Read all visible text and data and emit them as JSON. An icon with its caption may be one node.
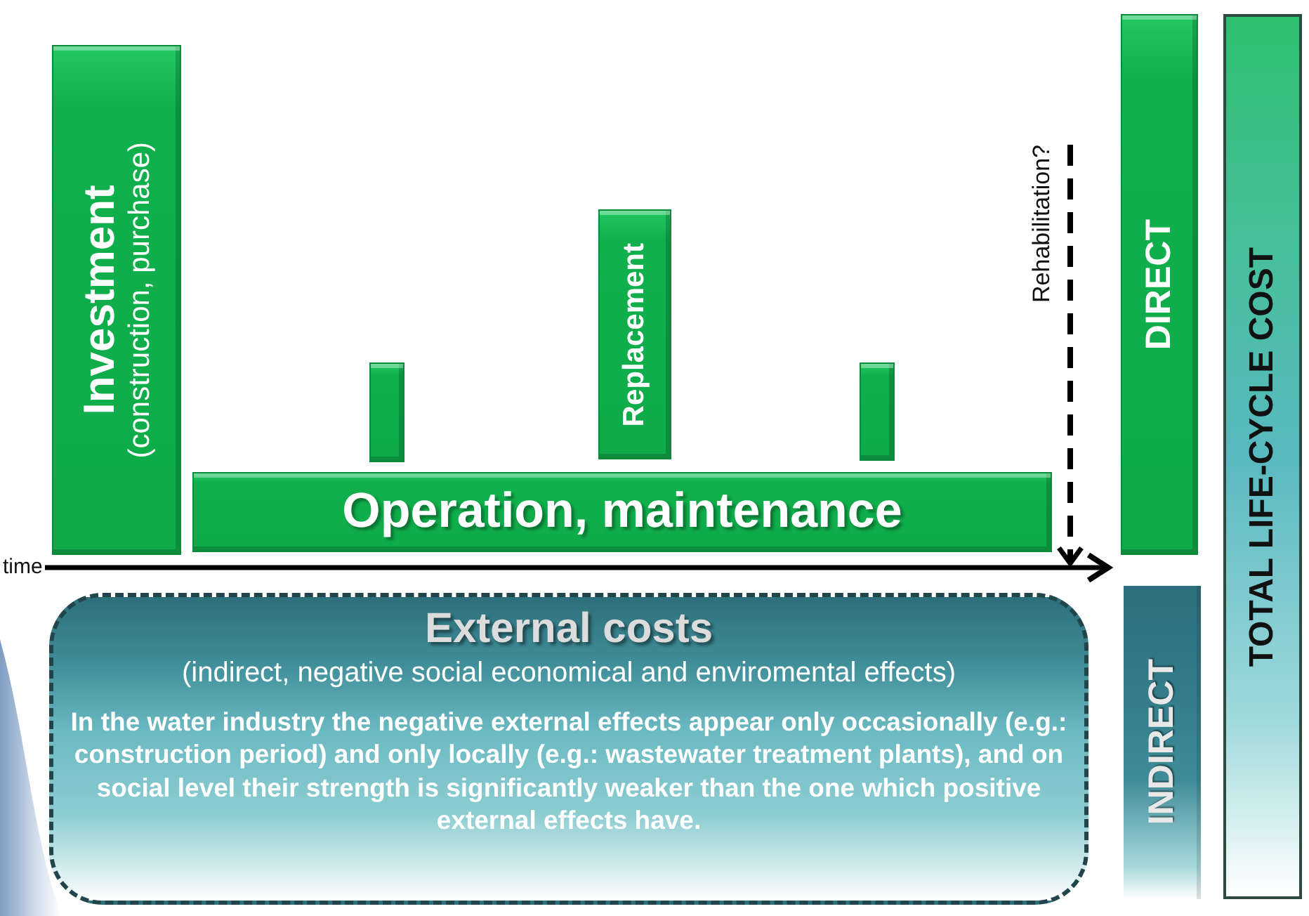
{
  "diagram": {
    "nodes": [
      {
        "text": [
          "Investment",
          "(construction, purchase)"
        ]
      },
      {
        "text": [],
        "shape": "bar"
      },
      {
        "text": [
          "Replacement"
        ]
      },
      {
        "text": [],
        "shape": "bar"
      },
      {
        "text": [
          "Operation, maintenance"
        ]
      },
      {
        "text": [
          "DIRECT"
        ]
      },
      {
        "text": [
          "TOTAL LIFE-CYCLE COST"
        ]
      },
      {
        "text": [
          "External costs",
          "(indirect, negative social economical and enviromental effects)",
          "In the water industry the negative external effects appear only occasionally (e.g.: construction period) and only locally (e.g.: wastewater treatment plants), and on social level their strength is significantly weaker than the one which positive external effects have."
        ]
      },
      {
        "text": [
          "INDIRECT"
        ]
      }
    ],
    "labels": [
      "Rehabilitation?",
      "time"
    ]
  }
}
